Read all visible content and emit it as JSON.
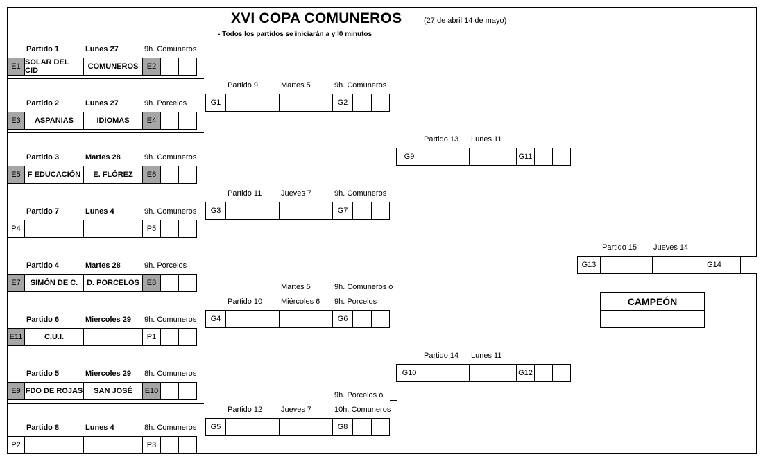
{
  "header": {
    "title": "XVI COPA COMUNEROS",
    "dates": "(27 de abril 14 de mayo)",
    "subtitle": "- Todos los partidos se iniciarán a y l0 minutos"
  },
  "round1": [
    {
      "match": "Partido 1",
      "day": "Lunes 27",
      "time": "9h. Comuneros",
      "code1": "E1",
      "team1": "SOLAR DEL CID",
      "team2": "COMUNEROS",
      "code2": "E2",
      "grey": true
    },
    {
      "match": "Partido 2",
      "day": "Lunes 27",
      "time": "9h. Porcelos",
      "code1": "E3",
      "team1": "ASPANIAS",
      "team2": "IDIOMAS",
      "code2": "E4",
      "grey": true
    },
    {
      "match": "Partido 3",
      "day": "Martes 28",
      "time": "9h. Comuneros",
      "code1": "E5",
      "team1": "F EDUCACIÓN",
      "team2": "E. FLÓREZ",
      "code2": "E6",
      "grey": true
    },
    {
      "match": "Partido 7",
      "day": "Lunes 4",
      "time": "9h. Comuneros",
      "code1": "P4",
      "team1": "",
      "team2": "",
      "code2": "P5",
      "grey": false
    },
    {
      "match": "Partido 4",
      "day": "Martes 28",
      "time": "9h. Porcelos",
      "code1": "E7",
      "team1": "SIMÓN  DE C.",
      "team2": "D. PORCELOS",
      "code2": "E8",
      "grey": true
    },
    {
      "match": "Partido 6",
      "day": "Miercoles 29",
      "time": "9h. Comuneros",
      "code1": "E11",
      "team1": "C.U.I.",
      "team2": "",
      "code2": "P1",
      "grey": true,
      "grey2": false
    },
    {
      "match": "Partido 5",
      "day": "Miercoles 29",
      "time": "8h. Comuneros",
      "code1": "E9",
      "team1": "FDO DE ROJAS",
      "team2": "SAN JOSÉ",
      "code2": "E10",
      "grey": true
    },
    {
      "match": "Partido 8",
      "day": "Lunes 4",
      "time": "8h. Comuneros",
      "code1": "P2",
      "team1": "",
      "team2": "",
      "code2": "P3",
      "grey": false
    }
  ],
  "round2": [
    {
      "match": "Partido 9",
      "day": "Martes 5",
      "time": "9h. Comuneros",
      "pre_day": "",
      "pre_time": "",
      "code1": "G1",
      "code2": "G2"
    },
    {
      "match": "Partido 11",
      "day": "Jueves 7",
      "time": "9h. Comuneros",
      "pre_day": "",
      "pre_time": "",
      "code1": "G3",
      "code2": "G7"
    },
    {
      "match": "Partido 10",
      "day": "Miércoles 6",
      "time": "9h. Porcelos",
      "pre_day": "Martes 5",
      "pre_time": "9h. Comuneros ó",
      "code1": "G4",
      "code2": "G6"
    },
    {
      "match": "Partido 12",
      "day": "Jueves 7",
      "time": "10h. Comuneros",
      "pre_day": "",
      "pre_time": "9h. Porcelos ó",
      "code1": "G5",
      "code2": "G8"
    }
  ],
  "round3": [
    {
      "match": "Partido 13",
      "day": "Lunes 11",
      "code1": "G9",
      "code2": "G11"
    },
    {
      "match": "Partido 14",
      "day": "Lunes 11",
      "code1": "G10",
      "code2": "G12"
    }
  ],
  "final": {
    "match": "Partido 15",
    "day": "Jueves 14",
    "code1": "G13",
    "code2": "G14"
  },
  "champion": {
    "label": "CAMPEÓN",
    "value": ""
  }
}
